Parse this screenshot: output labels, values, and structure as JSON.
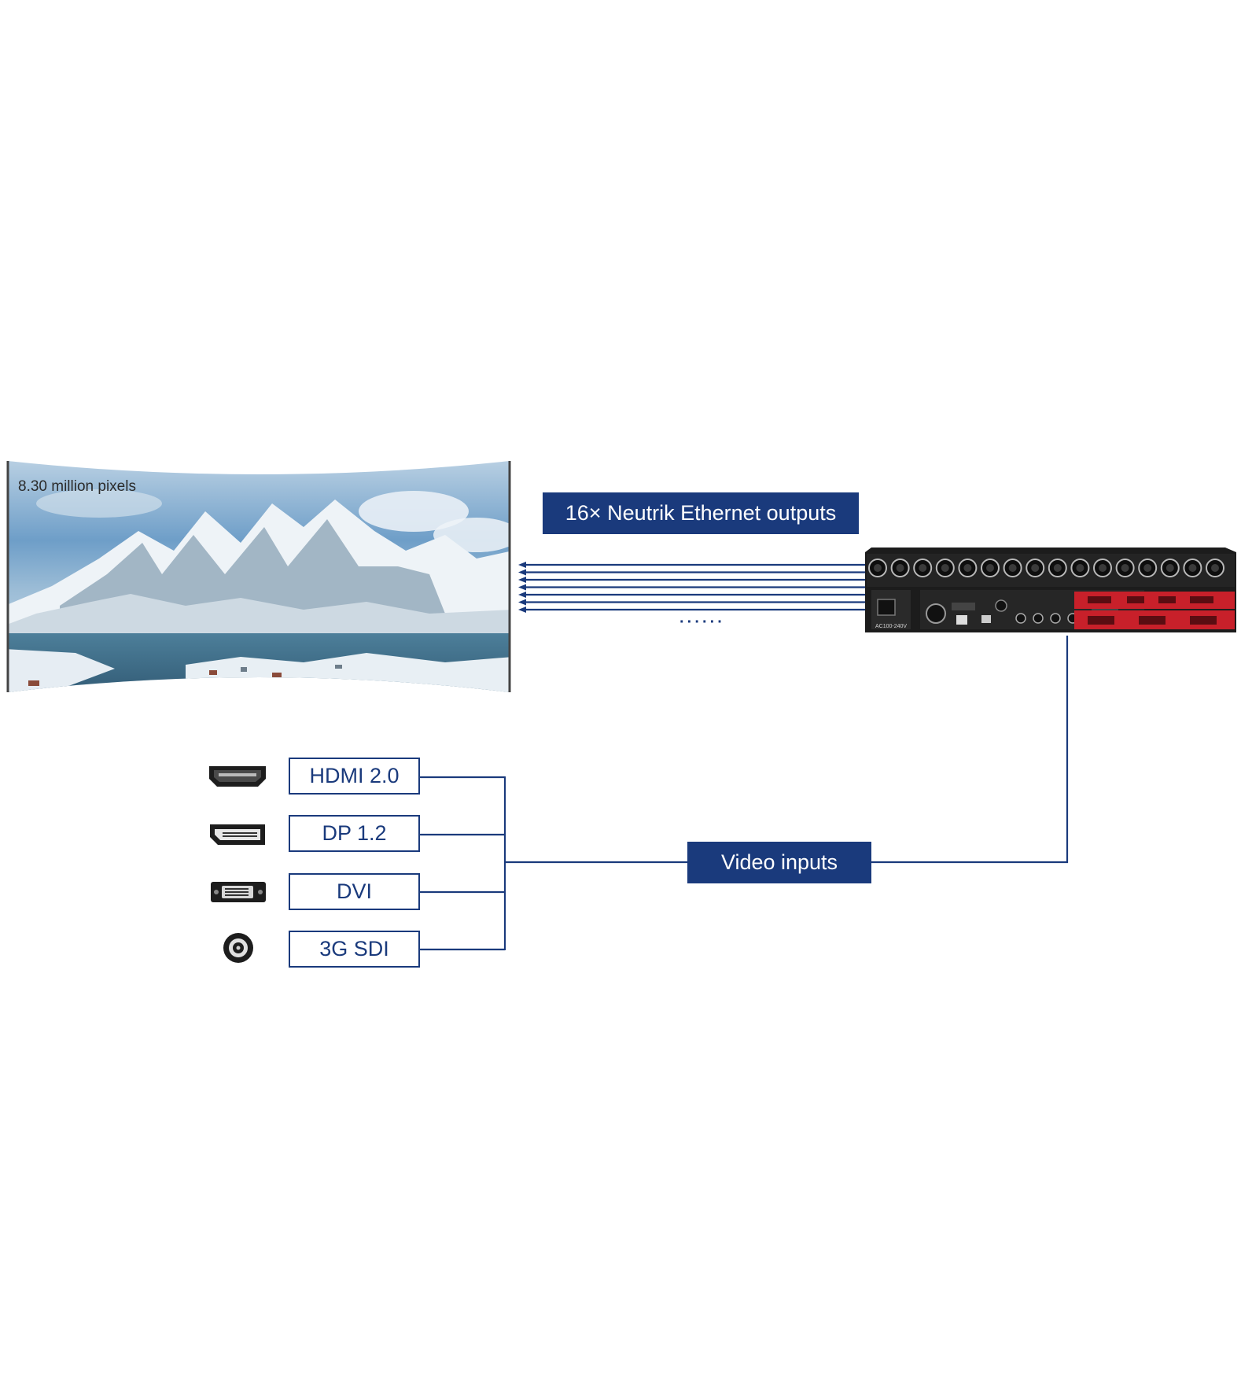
{
  "screen": {
    "caption": "8.30 million pixels"
  },
  "outputs": {
    "label": "16× Neutrik Ethernet outputs",
    "more": "······"
  },
  "inputs": {
    "label": "Video inputs",
    "items": [
      {
        "label": "HDMI 2.0",
        "icon": "hdmi-port-icon"
      },
      {
        "label": "DP 1.2",
        "icon": "displayport-icon"
      },
      {
        "label": "DVI",
        "icon": "dvi-port-icon"
      },
      {
        "label": "3G SDI",
        "icon": "bnc-connector-icon"
      }
    ]
  },
  "device": {
    "psu_label": "AC100-240V"
  },
  "colors": {
    "line": "#1a3a7c",
    "label_bg": "#1a3a7c",
    "card_red": "#c8202a",
    "chassis": "#1c1c1c"
  }
}
